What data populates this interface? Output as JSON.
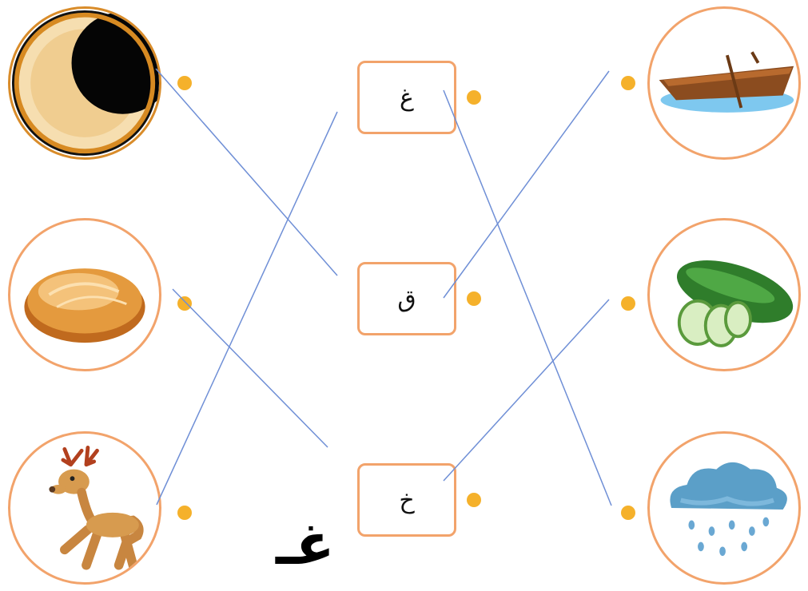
{
  "letters": {
    "top": "غ",
    "middle": "ق",
    "bottom": "خ"
  },
  "big_letter": "غـ",
  "left_pictures": [
    "moon-icon",
    "bread-icon",
    "deer-icon"
  ],
  "right_pictures": [
    "boat-icon",
    "cucumber-icon",
    "rain-cloud-icon"
  ],
  "colors": {
    "circle_border": "#f2a36b",
    "dot": "#f5b12b",
    "line": "#6f8fd6"
  }
}
